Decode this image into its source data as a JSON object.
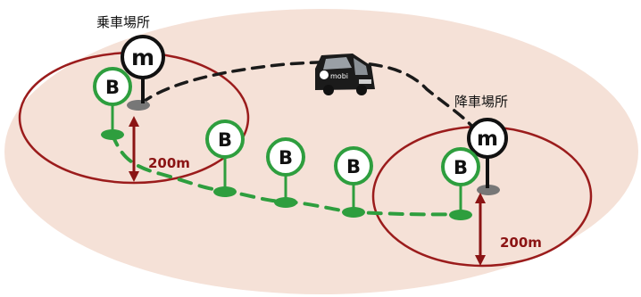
{
  "labels": {
    "boarding_place": "乗車場所",
    "alighting_place": "降車場所",
    "distance_left": "200m",
    "distance_right": "200m"
  },
  "markers": {
    "mobi_letter": "m",
    "bus_letter": "B"
  },
  "vehicle": {
    "name": "mobi"
  },
  "colors": {
    "area_fill": "#f5e1d7",
    "radius_circle": "#9b1c1c",
    "arrow": "#8b1414",
    "bus_green": "#2e9e3e",
    "route_dashed": "#1a1a1a",
    "mobi_stop_base": "#777777"
  },
  "icons": {
    "mobi_pin": "mobi-stop-pin-icon",
    "bus_pin": "bus-stop-pin-icon",
    "vehicle": "mobi-minivan-icon"
  }
}
